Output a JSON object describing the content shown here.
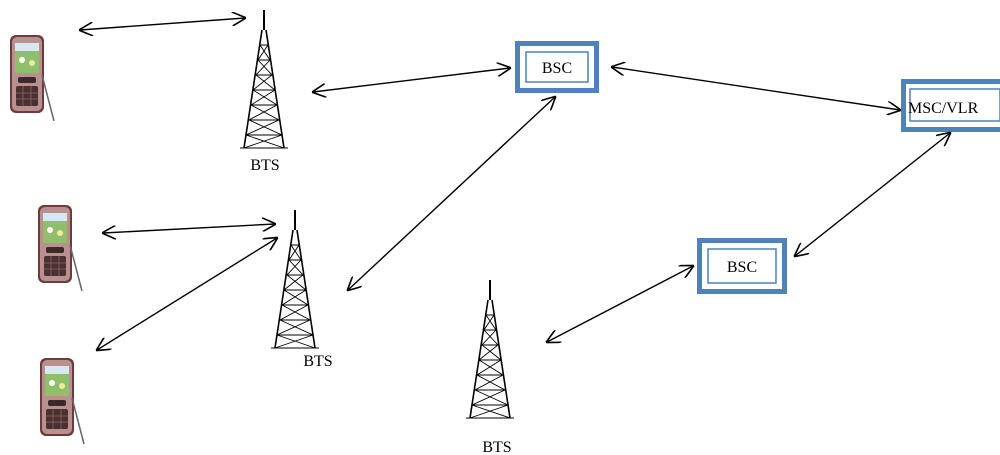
{
  "colors": {
    "box_border": "#4f81bd",
    "arrow": "#000000",
    "phone_body": "#7a4a4a",
    "phone_screen": "#8fbf6a",
    "tower": "#000000"
  },
  "nodes": {
    "bts_1": "BTS",
    "bts_2": "BTS",
    "bts_3": "BTS",
    "bsc_1": "BSC",
    "bsc_2": "BSC",
    "msc": "MSC/VLR"
  },
  "icons": {
    "phone": "mobile-phone-icon",
    "tower": "bts-tower-icon"
  }
}
